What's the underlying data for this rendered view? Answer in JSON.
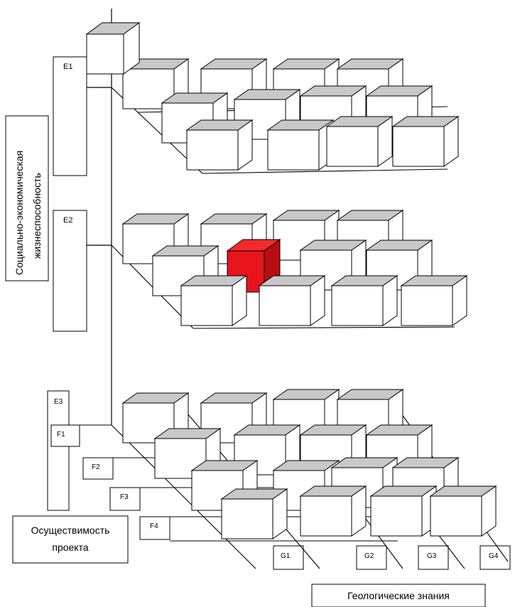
{
  "axes": {
    "vertical_title": "Социально-экономическая жизнеспособность",
    "vertical_title_lines": [
      "Социально-экономическая",
      "жизнеспособность"
    ],
    "depth_title": "Осуществимость проекта",
    "depth_title_lines": [
      "Осуществимость",
      "проекта"
    ],
    "horizontal_title": "Геологические знания"
  },
  "e_levels": [
    "E1",
    "E2",
    "E3"
  ],
  "f_levels": [
    "F1",
    "F2",
    "F3",
    "F4"
  ],
  "g_levels": [
    "G1",
    "G2",
    "G3",
    "G4"
  ],
  "highlight": {
    "level": "E2",
    "color": "#e8141b",
    "shade": "#b80d12",
    "top": "#f22a2f"
  },
  "colors": {
    "cube_top": "#c8c8c8",
    "cube_face": "#ffffff",
    "line": "#000000"
  }
}
